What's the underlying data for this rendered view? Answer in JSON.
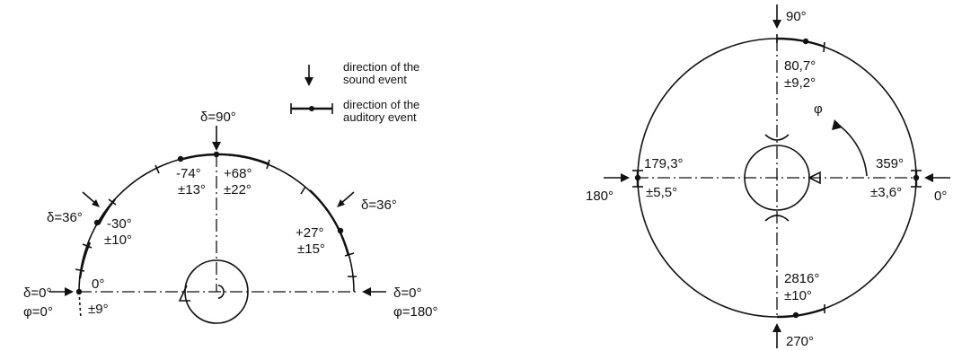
{
  "legend": {
    "sound_event_label_1": "direction of the",
    "sound_event_label_2": "sound event",
    "auditory_event_label_1": "direction of the",
    "auditory_event_label_2": "auditory event"
  },
  "left_diagram": {
    "top_label": "δ=90°",
    "left_36_label": "δ=36°",
    "right_36_label": "δ=36°",
    "left_bottom_label_1": "δ=0°",
    "left_bottom_label_2": "φ=0°",
    "right_bottom_label_1": "δ=0°",
    "right_bottom_label_2": "φ=180°",
    "measurements": [
      {
        "mean": "0°",
        "sd": "±9°"
      },
      {
        "mean": "-30°",
        "sd": "±10°"
      },
      {
        "mean": "-74°",
        "sd": "±13°"
      },
      {
        "mean": "+68°",
        "sd": "±22°"
      },
      {
        "mean": "+27°",
        "sd": "±15°"
      }
    ]
  },
  "right_diagram": {
    "top_label": "90°",
    "bottom_label": "270°",
    "left_label": "180°",
    "right_label": "0°",
    "phi_label": "φ",
    "measurements": [
      {
        "mean": "80,7°",
        "sd": "±9,2°"
      },
      {
        "mean": "179,3°",
        "sd": "±5,5°"
      },
      {
        "mean": "359°",
        "sd": "±3,6°"
      },
      {
        "mean": "2816°",
        "sd": "±10°"
      }
    ]
  }
}
